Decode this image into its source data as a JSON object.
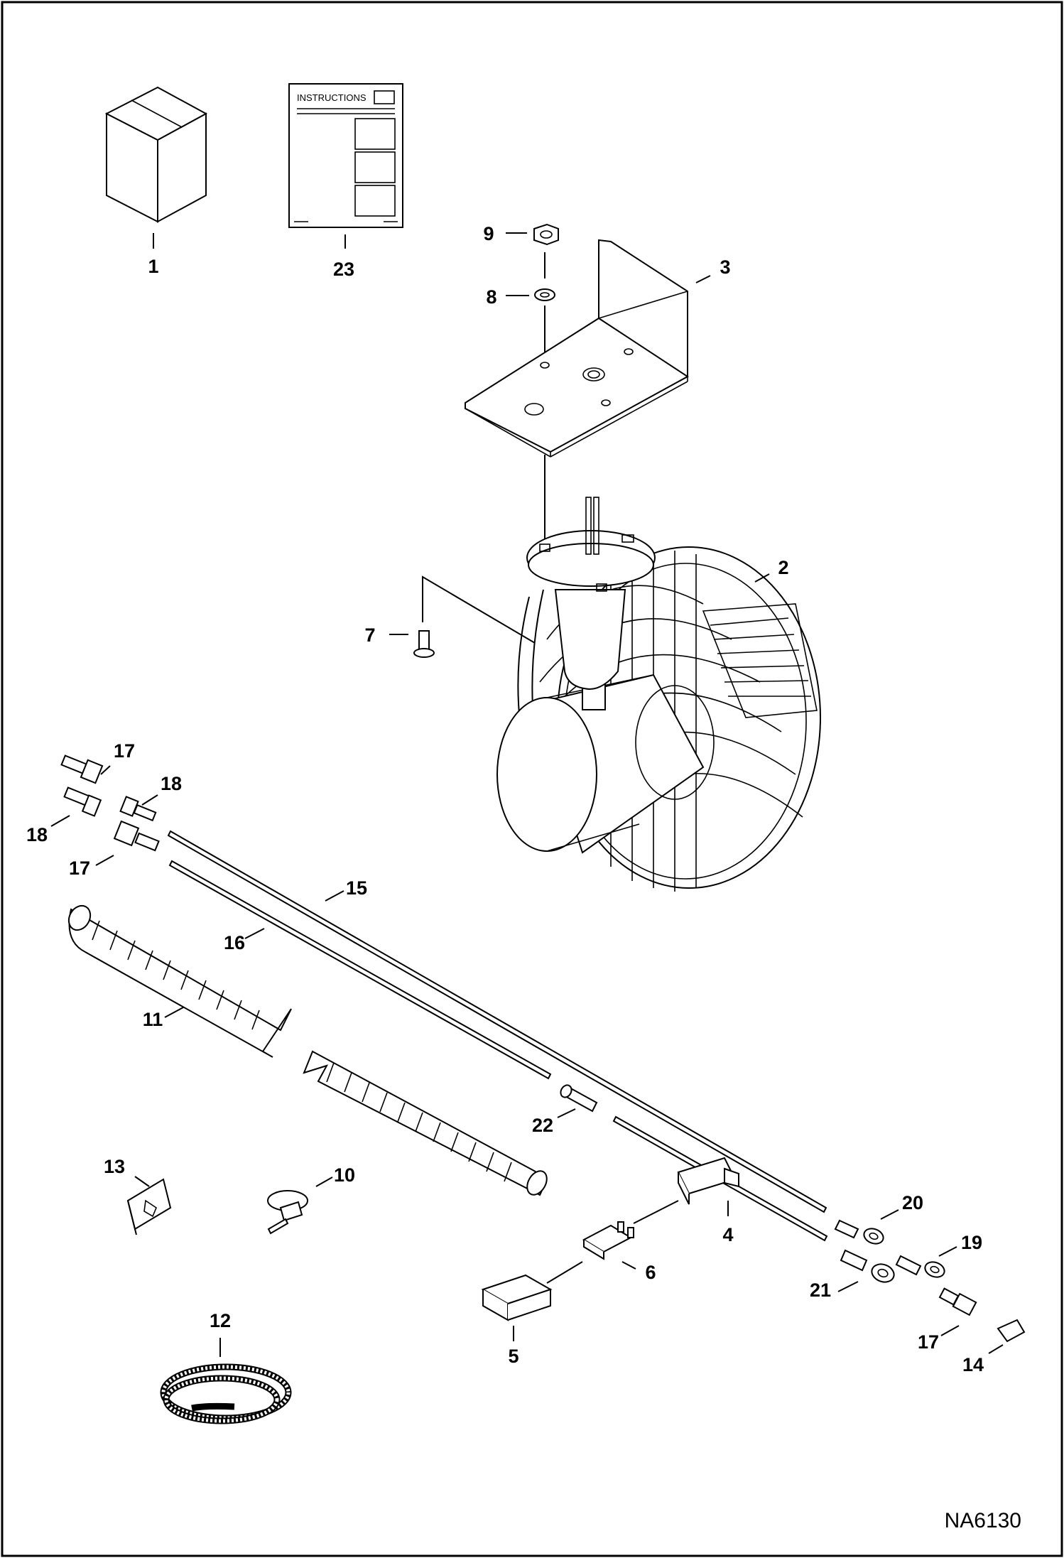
{
  "diagram": {
    "reference_code": "NA6130",
    "instructions_sheet_title": "INSTRUCTIONS",
    "callouts": [
      {
        "id": "1",
        "label": "1"
      },
      {
        "id": "23",
        "label": "23"
      },
      {
        "id": "9",
        "label": "9"
      },
      {
        "id": "8",
        "label": "8"
      },
      {
        "id": "3",
        "label": "3"
      },
      {
        "id": "2",
        "label": "2"
      },
      {
        "id": "7",
        "label": "7"
      },
      {
        "id": "17a",
        "label": "17"
      },
      {
        "id": "18a",
        "label": "18"
      },
      {
        "id": "18b",
        "label": "18"
      },
      {
        "id": "17b",
        "label": "17"
      },
      {
        "id": "15",
        "label": "15"
      },
      {
        "id": "16",
        "label": "16"
      },
      {
        "id": "11",
        "label": "11"
      },
      {
        "id": "22",
        "label": "22"
      },
      {
        "id": "13",
        "label": "13"
      },
      {
        "id": "10",
        "label": "10"
      },
      {
        "id": "20",
        "label": "20"
      },
      {
        "id": "4",
        "label": "4"
      },
      {
        "id": "19",
        "label": "19"
      },
      {
        "id": "6",
        "label": "6"
      },
      {
        "id": "21",
        "label": "21"
      },
      {
        "id": "17c",
        "label": "17"
      },
      {
        "id": "14",
        "label": "14"
      },
      {
        "id": "12",
        "label": "12"
      },
      {
        "id": "5",
        "label": "5"
      }
    ]
  }
}
